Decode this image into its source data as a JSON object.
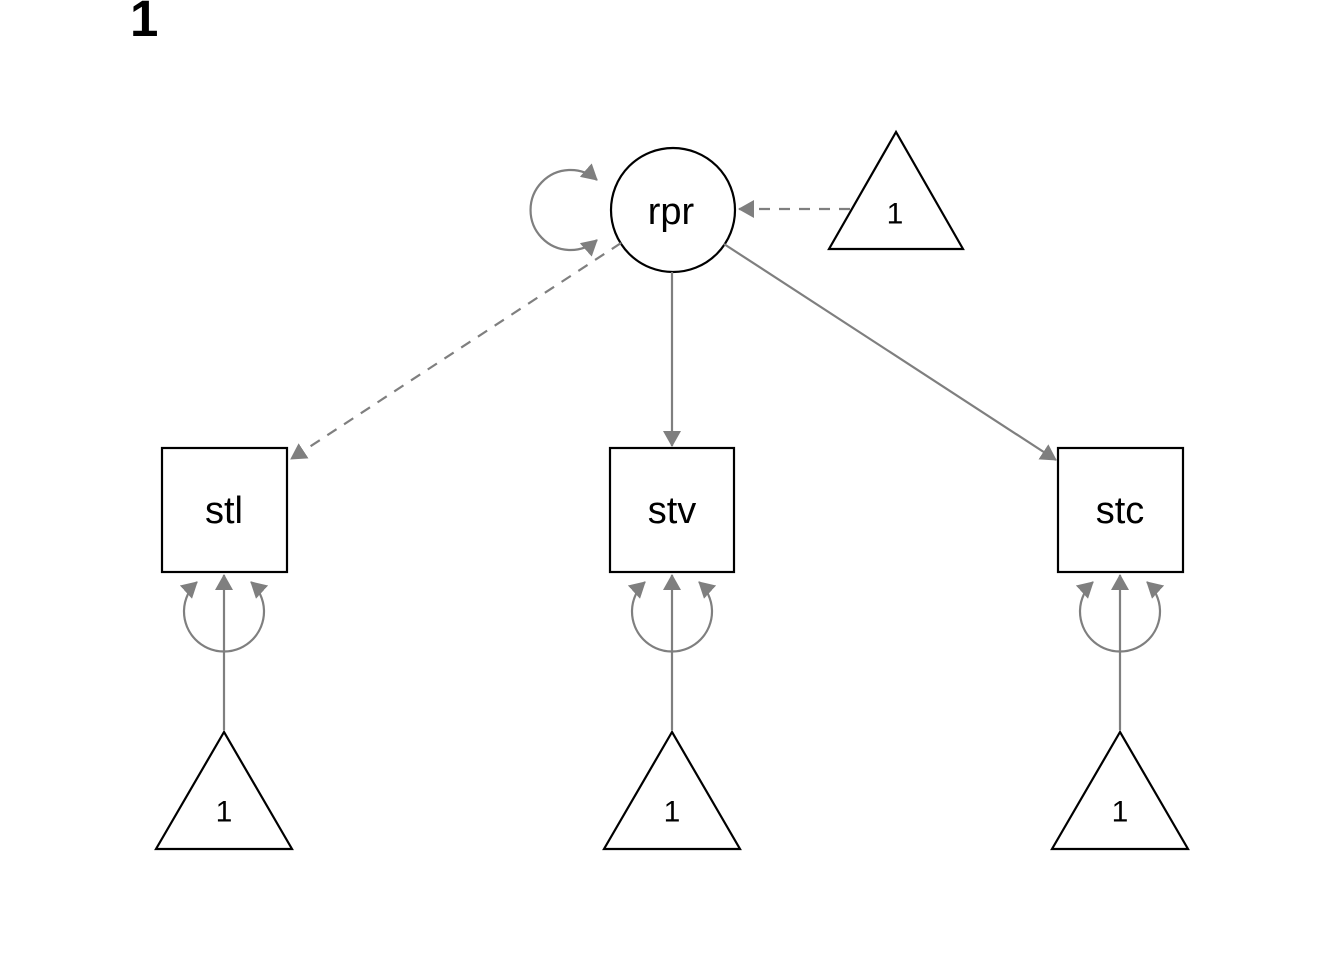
{
  "title": "1",
  "colors": {
    "shape_outline": "#000000",
    "edge": "#7f7f7f",
    "node_fill": "#ffffff",
    "background": "#ffffff",
    "text": "#000000"
  },
  "diagram": {
    "type": "sem_path_diagram",
    "latent_node": {
      "label": "rpr",
      "shape": "circle"
    },
    "manifest_nodes": [
      {
        "label": "stl",
        "shape": "square"
      },
      {
        "label": "stv",
        "shape": "square"
      },
      {
        "label": "stc",
        "shape": "square"
      }
    ],
    "constant_nodes": [
      {
        "label": "1",
        "shape": "triangle",
        "attached_to": "rpr"
      },
      {
        "label": "1",
        "shape": "triangle",
        "attached_to": "stl"
      },
      {
        "label": "1",
        "shape": "triangle",
        "attached_to": "stv"
      },
      {
        "label": "1",
        "shape": "triangle",
        "attached_to": "stc"
      }
    ],
    "edges": [
      {
        "from": "const-rpr",
        "to": "rpr",
        "style": "dashed",
        "kind": "directed"
      },
      {
        "from": "rpr",
        "to": "rpr",
        "style": "solid",
        "kind": "variance-self-loop"
      },
      {
        "from": "rpr",
        "to": "stl",
        "style": "dashed",
        "kind": "directed"
      },
      {
        "from": "rpr",
        "to": "stv",
        "style": "solid",
        "kind": "directed"
      },
      {
        "from": "rpr",
        "to": "stc",
        "style": "solid",
        "kind": "directed"
      },
      {
        "from": "const-stl",
        "to": "stl",
        "style": "solid",
        "kind": "directed"
      },
      {
        "from": "const-stv",
        "to": "stv",
        "style": "solid",
        "kind": "directed"
      },
      {
        "from": "const-stc",
        "to": "stc",
        "style": "solid",
        "kind": "directed"
      },
      {
        "from": "stl",
        "to": "stl",
        "style": "solid",
        "kind": "variance-self-loop"
      },
      {
        "from": "stv",
        "to": "stv",
        "style": "solid",
        "kind": "variance-self-loop"
      },
      {
        "from": "stc",
        "to": "stc",
        "style": "solid",
        "kind": "variance-self-loop"
      }
    ]
  }
}
